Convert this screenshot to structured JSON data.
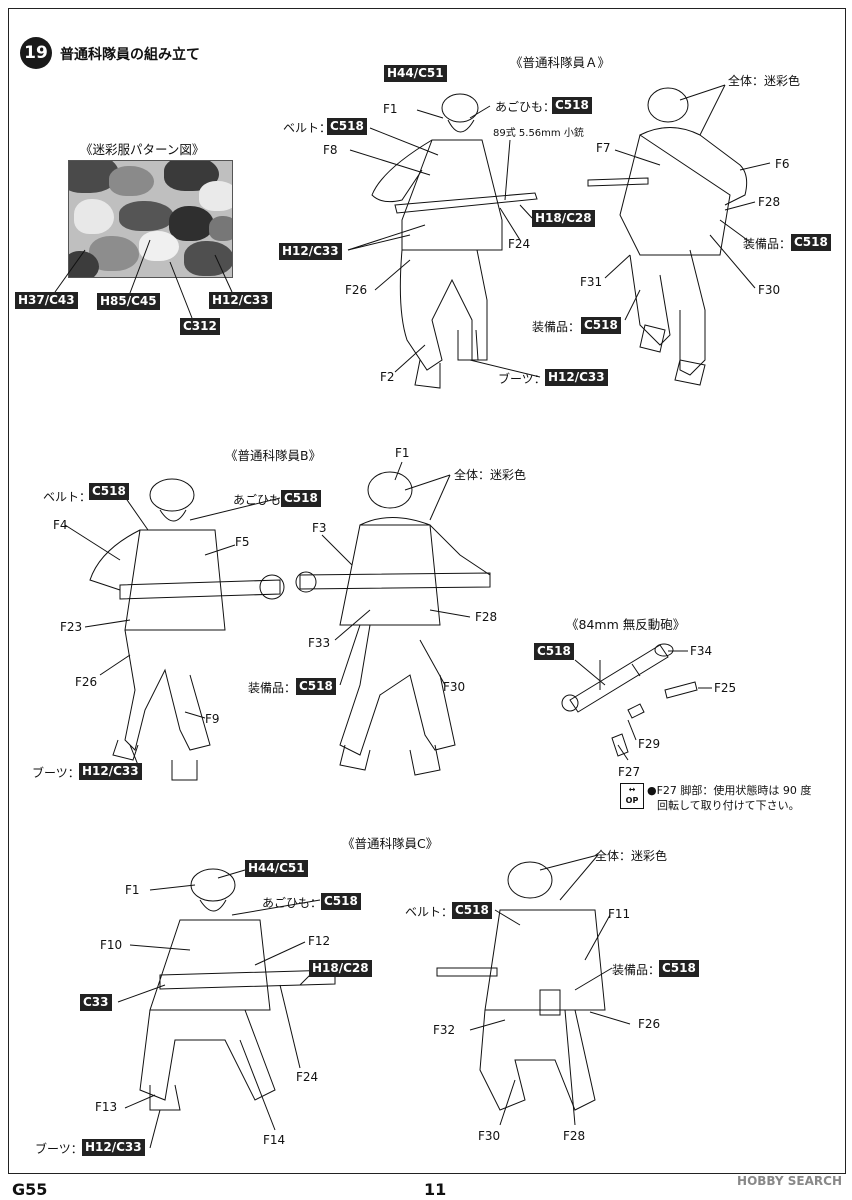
{
  "step": {
    "number": "19",
    "title": "普通科隊員の組み立て"
  },
  "camo_title": "《迷彩服パターン図》",
  "camo_callouts": [
    "H37/C43",
    "H85/C45",
    "C312",
    "H12/C33"
  ],
  "soldier_a": {
    "title": "《普通科隊員Ａ》",
    "helmet": "H44/C51",
    "f1": "F1",
    "chinstrap": "あごひも：",
    "chinstrap_paint": "C518",
    "belt": "ベルト：",
    "belt_paint": "C518",
    "f8": "F8",
    "rifle": "89式 5.56mm 小銃",
    "rifle_paint": "H18/C28",
    "f24": "F24",
    "pouch_paint": "H12/C33",
    "f26": "F26",
    "f2": "F2",
    "boots": "ブーツ：",
    "boots_paint": "H12/C33",
    "back_all": "全体：迷彩色",
    "f7": "F7",
    "f6": "F6",
    "f28": "F28",
    "equip": "装備品：",
    "equip_paint": "C518",
    "f31": "F31",
    "f30": "F30",
    "equip2": "装備品：",
    "equip2_paint": "C518"
  },
  "soldier_b": {
    "title": "《普通科隊員B》",
    "belt": "ベルト：",
    "belt_paint": "C518",
    "chinstrap": "あごひも：",
    "chinstrap_paint": "C518",
    "f4": "F4",
    "f5": "F5",
    "f23": "F23",
    "f26": "F26",
    "f9": "F9",
    "boots": "ブーツ：",
    "boots_paint": "H12/C33",
    "f1": "F1",
    "back_all": "全体：迷彩色",
    "f3": "F3",
    "f28": "F28",
    "f33": "F33",
    "equip": "装備品：",
    "equip_paint": "C518",
    "f30": "F30"
  },
  "recoilless": {
    "title": "《84mm 無反動砲》",
    "paint": "C518",
    "f34": "F34",
    "f25": "F25",
    "f29": "F29",
    "f27": "F27",
    "op_top": "OP",
    "note_line1": "●F27 脚部：使用状態時は 90 度",
    "note_line2": "回転して取り付けて下さい。"
  },
  "soldier_c": {
    "title": "《普通科隊員C》",
    "helmet": "H44/C51",
    "f1": "F1",
    "chinstrap": "あごひも：",
    "chinstrap_paint": "C518",
    "f10": "F10",
    "f12": "F12",
    "rifle_paint": "H18/C28",
    "c33": "C33",
    "f24": "F24",
    "f13": "F13",
    "boots": "ブーツ：",
    "boots_paint": "H12/C33",
    "f14": "F14",
    "back_all": "全体：迷彩色",
    "belt": "ベルト：",
    "belt_paint": "C518",
    "f11": "F11",
    "equip": "装備品：",
    "equip_paint": "C518",
    "f32": "F32",
    "f26": "F26",
    "f30": "F30",
    "f28": "F28"
  },
  "footer": {
    "code": "G55",
    "page": "11",
    "watermark": "HOBBY SEARCH"
  }
}
